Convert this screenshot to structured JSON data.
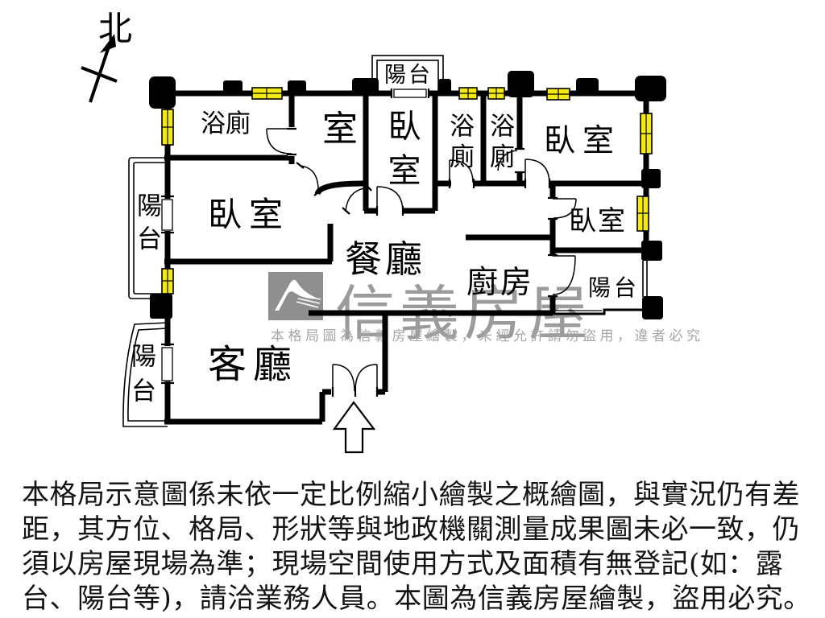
{
  "north": {
    "label": "北"
  },
  "rooms": [
    {
      "id": "bath-top-left",
      "label": "浴廁"
    },
    {
      "id": "small-room",
      "label": "室"
    },
    {
      "id": "bedroom-top-center",
      "label": "臥室"
    },
    {
      "id": "balcony-top",
      "label": "陽台"
    },
    {
      "id": "bath-mid-left",
      "label": "浴廁"
    },
    {
      "id": "bath-mid-right",
      "label": "浴廁"
    },
    {
      "id": "bedroom-top-right",
      "label": "臥室"
    },
    {
      "id": "balcony-left-upper",
      "label": "陽台"
    },
    {
      "id": "bedroom-left",
      "label": "臥室"
    },
    {
      "id": "bedroom-right",
      "label": "臥室"
    },
    {
      "id": "dining-room",
      "label": "餐廳"
    },
    {
      "id": "kitchen",
      "label": "廚房"
    },
    {
      "id": "balcony-right",
      "label": "陽台"
    },
    {
      "id": "balcony-left-lower",
      "label": "陽台"
    },
    {
      "id": "living-room",
      "label": "客廳"
    }
  ],
  "watermark": {
    "brand": "信義房屋",
    "logo": "sinyi-roof-logo",
    "notice": "本格局圖為信義房屋繪製，未經允許請勿盜用，違者必究"
  },
  "disclaimer": {
    "lines": [
      "本格局示意圖係未依一定比例縮小繪製之概繪圖，與實況仍有差",
      "距，其方位、格局、形狀等與地政機關測量成果圖未必一致，仍",
      "須以房屋現場為準；現場空間使用方式及面積有無登記(如：露",
      "台、陽台等)，請洽業務人員。本圖為信義房屋繪製，盜用必究。"
    ]
  },
  "colors": {
    "wall": "#000000",
    "window_fill": "#f3ea15",
    "watermark_gray": "#9b9b9b",
    "logo_gray": "#8f8f8f"
  }
}
